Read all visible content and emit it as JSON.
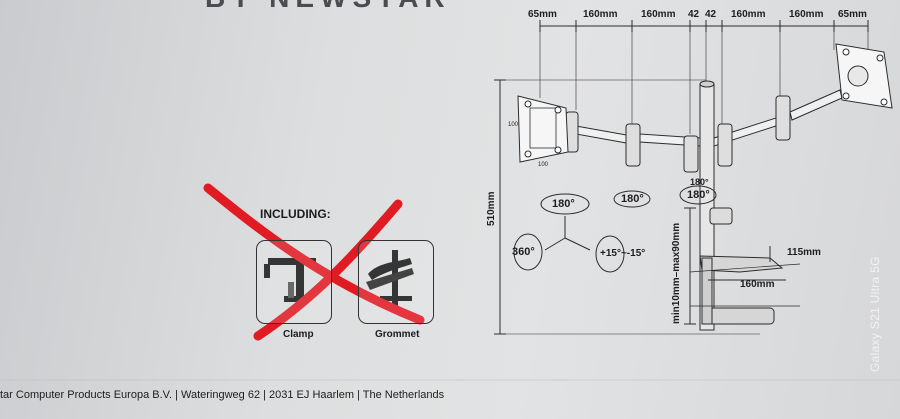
{
  "product_box": {
    "brand_partial": "BY NEWSTAR",
    "including": {
      "title": "INCLUDING:",
      "items": [
        {
          "label": "Clamp",
          "crossed_out": true
        },
        {
          "label": "Grommet",
          "crossed_out": true
        }
      ]
    },
    "footer": "tar Computer Products Europa B.V. | Wateringweg 62 | 2031 EJ Haarlem | The Netherlands"
  },
  "diagram": {
    "top_dimensions": [
      "65mm",
      "160mm",
      "160mm",
      "42",
      "42",
      "160mm",
      "160mm",
      "65mm"
    ],
    "height_dimension": "510mm",
    "pole_range": "min10mm–max90mm",
    "base_width": "160mm",
    "base_depth": "115mm",
    "plate_size": [
      "100",
      "100"
    ],
    "rotations": [
      "180°",
      "180°",
      "180°",
      "180°",
      "360°",
      "+15°~-15°"
    ]
  },
  "overlay": {
    "cross_color": "#e01b24"
  },
  "watermark": "Galaxy S21 Ultra 5G"
}
